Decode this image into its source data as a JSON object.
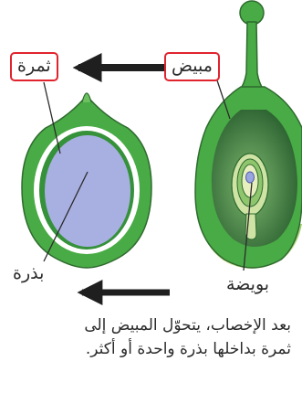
{
  "labels": {
    "fruit": "ثمرة",
    "ovary": "مبيض",
    "seed": "بذرة",
    "ovule": "بويضة"
  },
  "caption": {
    "line1": "بعد الإخصاب، يتحوّل المبيض إلى",
    "line2": "ثمرة بداخلها بذرة واحدة أو أكثر."
  },
  "colors": {
    "highlight_box": "#e0242e",
    "arrow": "#1f1f1f",
    "plant_green": "#49ab45",
    "plant_dark": "#2e6b2f",
    "base_yellow": "#d7e396",
    "seed_lavender": "#a8b0e2"
  }
}
